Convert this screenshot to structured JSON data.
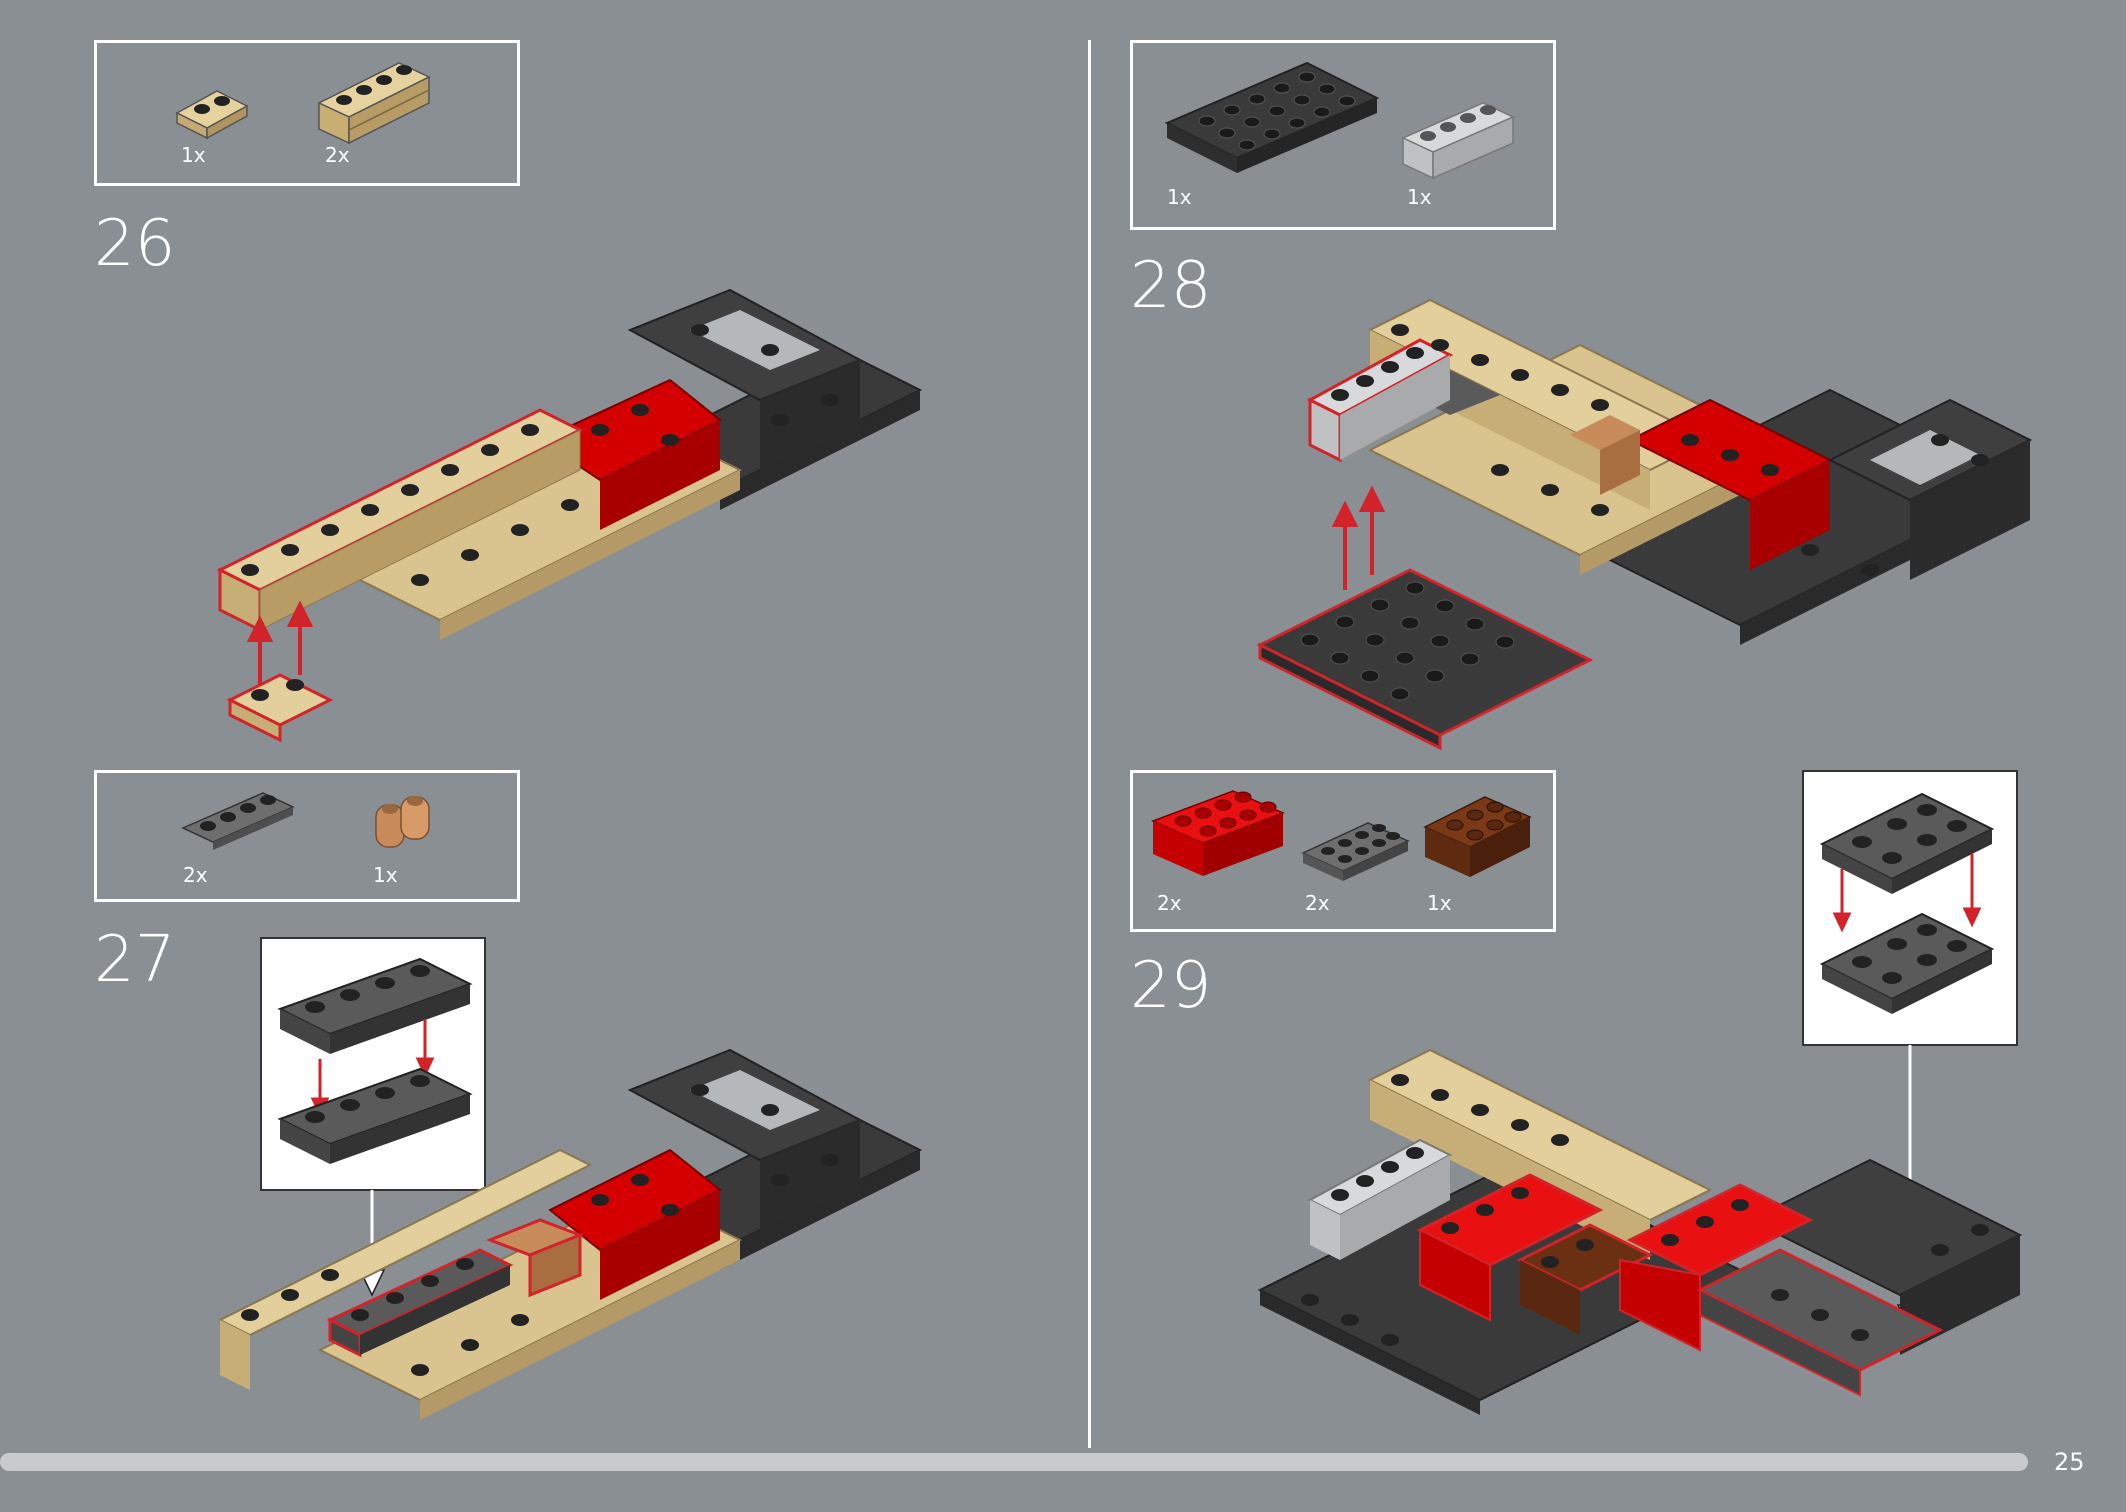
{
  "page_number": "25",
  "colors": {
    "background": "#898f92",
    "tan": "#d9c38f",
    "red": "#d40000",
    "dark_gray": "#3a3a3a",
    "light_gray": "#b9bcbe",
    "medium_nougat": "#c88c5a",
    "reddish_brown": "#6b2f12",
    "highlight": "#d2232a"
  },
  "steps": [
    {
      "number": "26",
      "parts": [
        {
          "qty": "1x",
          "piece": "tan-plate-1x2-icon"
        },
        {
          "qty": "2x",
          "piece": "tan-masonry-brick-1x4-icon"
        }
      ]
    },
    {
      "number": "27",
      "parts": [
        {
          "qty": "2x",
          "piece": "dark-gray-plate-1x4-icon"
        },
        {
          "qty": "1x",
          "piece": "nougat-round-brick-1x2-icon"
        }
      ]
    },
    {
      "number": "28",
      "parts": [
        {
          "qty": "1x",
          "piece": "dark-gray-plate-4x6-icon"
        },
        {
          "qty": "1x",
          "piece": "light-gray-brick-1x4-icon"
        }
      ]
    },
    {
      "number": "29",
      "parts": [
        {
          "qty": "2x",
          "piece": "red-brick-2x4-icon"
        },
        {
          "qty": "2x",
          "piece": "dark-gray-plate-2x4-icon"
        },
        {
          "qty": "1x",
          "piece": "brown-brick-2x3-icon"
        }
      ]
    }
  ]
}
